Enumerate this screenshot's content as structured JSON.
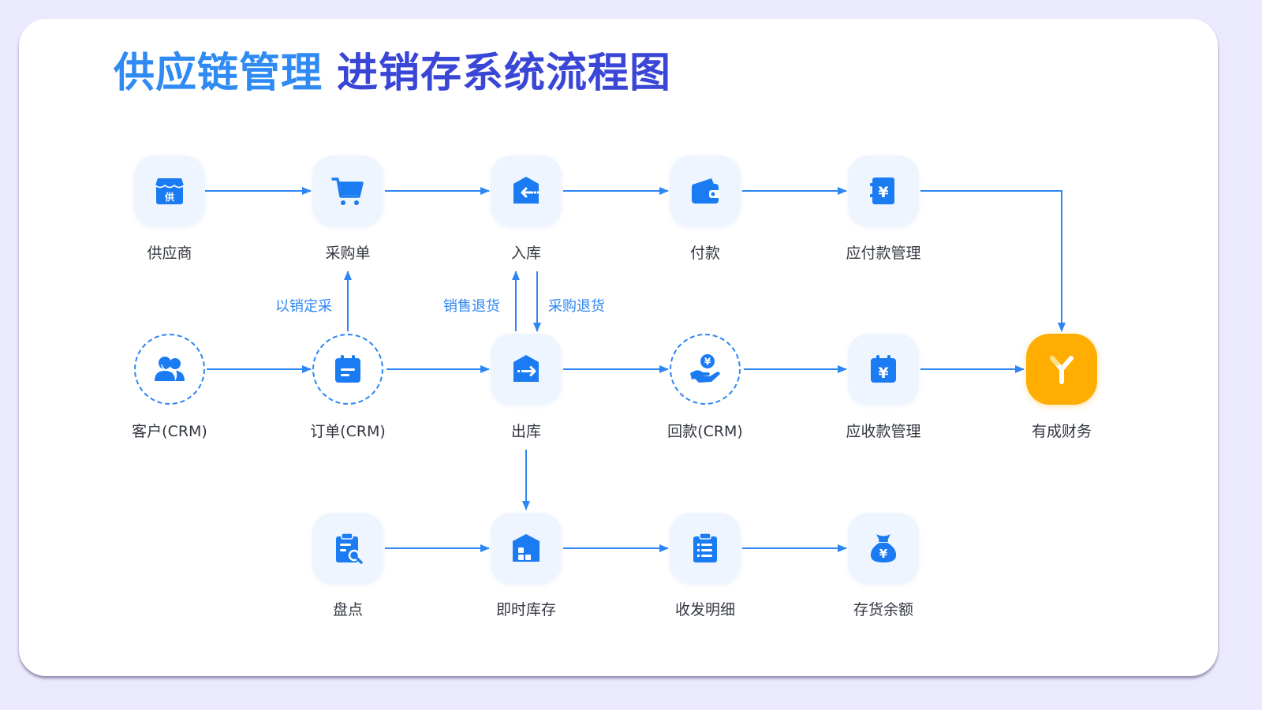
{
  "title": {
    "part1": "供应链管理",
    "part2": "进销存系统流程图"
  },
  "nodes": {
    "supplier": "供应商",
    "purchase_order": "采购单",
    "inbound": "入库",
    "payment": "付款",
    "payables": "应付款管理",
    "customer": "客户(CRM)",
    "sales_order": "订单(CRM)",
    "outbound": "出库",
    "collection": "回款(CRM)",
    "receivables": "应收款管理",
    "finance": "有成财务",
    "stocktake": "盘点",
    "realtime_stock": "即时库存",
    "io_detail": "收发明细",
    "stock_balance": "存货余额"
  },
  "flow_labels": {
    "purchase_by_sales": "以销定采",
    "sales_return": "销售退货",
    "purchase_return": "采购退货"
  },
  "icons": {
    "supplier": "store-icon",
    "purchase_order": "cart-icon",
    "inbound": "box-in-icon",
    "payment": "wallet-icon",
    "payables": "yuan-receipt-icon",
    "customer": "users-icon",
    "sales_order": "calendar-doc-icon",
    "outbound": "box-out-icon",
    "collection": "hand-coin-icon",
    "receivables": "yuan-calendar-icon",
    "finance": "brand-y-icon",
    "stocktake": "clipboard-search-icon",
    "realtime_stock": "warehouse-icon",
    "io_detail": "list-clipboard-icon",
    "stock_balance": "money-bag-icon"
  },
  "colors": {
    "primary": "#2e86f5",
    "title_light": "#2f8bf3",
    "title_dark": "#3946d6",
    "finance": "#ffad00",
    "background": "#ebe9fe"
  }
}
